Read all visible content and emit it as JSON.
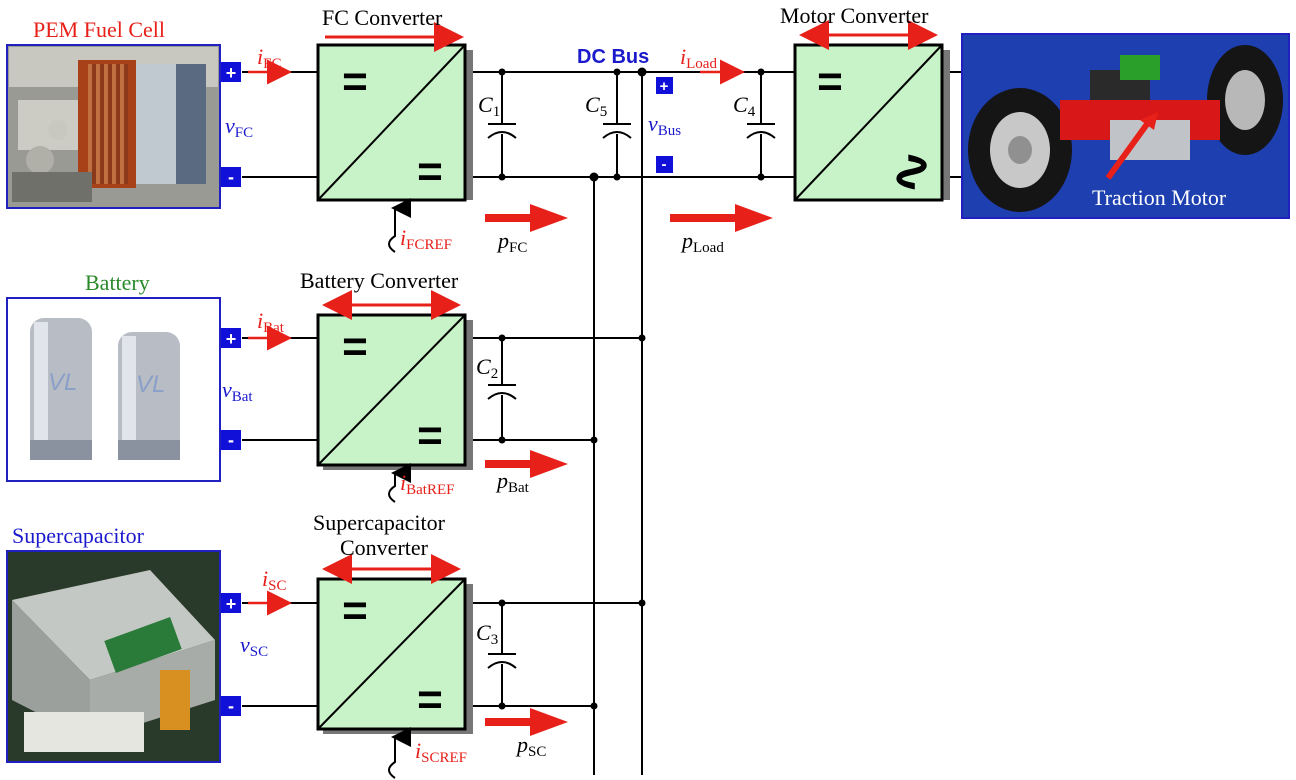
{
  "colors": {
    "red": "#e8201a",
    "blue": "#1a1acc",
    "green": "#2a8a2a",
    "converter_fill": "#c8f2c8",
    "terminal_blue": "#1010d8",
    "motor_panel": "#1d3fb0"
  },
  "sources": {
    "fuel_cell": {
      "title": "PEM Fuel Cell",
      "current": "i",
      "current_sub": "FC",
      "voltage": "v",
      "voltage_sub": "FC"
    },
    "battery": {
      "title": "Battery",
      "current": "i",
      "current_sub": "Bat",
      "voltage": "v",
      "voltage_sub": "Bat"
    },
    "supercap": {
      "title": "Supercapacitor",
      "current": "i",
      "current_sub": "SC",
      "voltage": "v",
      "voltage_sub": "SC"
    }
  },
  "converters": {
    "fc": {
      "title": "FC Converter",
      "ref": "i",
      "ref_sub": "FCREF",
      "power": "p",
      "power_sub": "FC"
    },
    "bat": {
      "title": "Battery Converter",
      "ref": "i",
      "ref_sub": "BatREF",
      "power": "p",
      "power_sub": "Bat"
    },
    "sc": {
      "title_line1": "Supercapacitor",
      "title_line2": "Converter",
      "ref": "i",
      "ref_sub": "SCREF",
      "power": "p",
      "power_sub": "SC"
    },
    "motor": {
      "title": "Motor Converter"
    }
  },
  "capacitors": {
    "c1": {
      "sym": "C",
      "sub": "1"
    },
    "c2": {
      "sym": "C",
      "sub": "2"
    },
    "c3": {
      "sym": "C",
      "sub": "3"
    },
    "c4": {
      "sym": "C",
      "sub": "4"
    },
    "c5": {
      "sym": "C",
      "sub": "5"
    }
  },
  "bus": {
    "title": "DC Bus",
    "voltage": "v",
    "voltage_sub": "Bus",
    "load_current": "i",
    "load_current_sub": "Load",
    "load_power": "p",
    "load_power_sub": "Load"
  },
  "motor": {
    "label": "Traction Motor"
  },
  "symbols": {
    "plus": "+",
    "minus": "-",
    "equals": "=",
    "ac": "∿"
  }
}
